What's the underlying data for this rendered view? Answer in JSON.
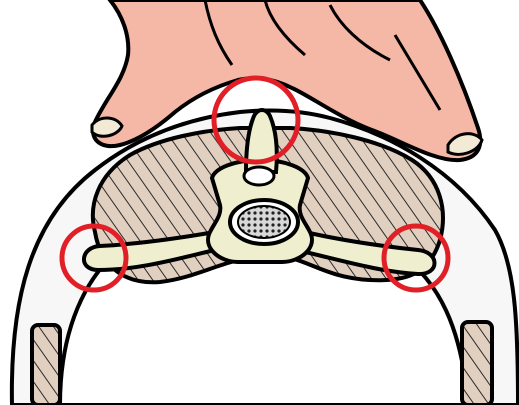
{
  "figure": {
    "colors": {
      "background": "#ffffff",
      "skin": "#f5b7a6",
      "skin_outline": "#000000",
      "nail": "#f3ead6",
      "body_wall": "#f7f7f7",
      "muscle": "#e1cfc0",
      "hatch": "#2b2b2b",
      "bone": "#efefcf",
      "spinal_cord": "#c9c9c9",
      "marker": "#e01f26"
    },
    "parts": [
      "hand",
      "body-wall-outline",
      "epaxial-muscle-mass",
      "vertebra",
      "spinal-canal",
      "transverse-processes",
      "dorsal-spinous-process",
      "lateral-muscle-strips"
    ],
    "highlighted_points": [
      "dorsal-spinous-process",
      "left-transverse-process",
      "right-transverse-process"
    ]
  }
}
